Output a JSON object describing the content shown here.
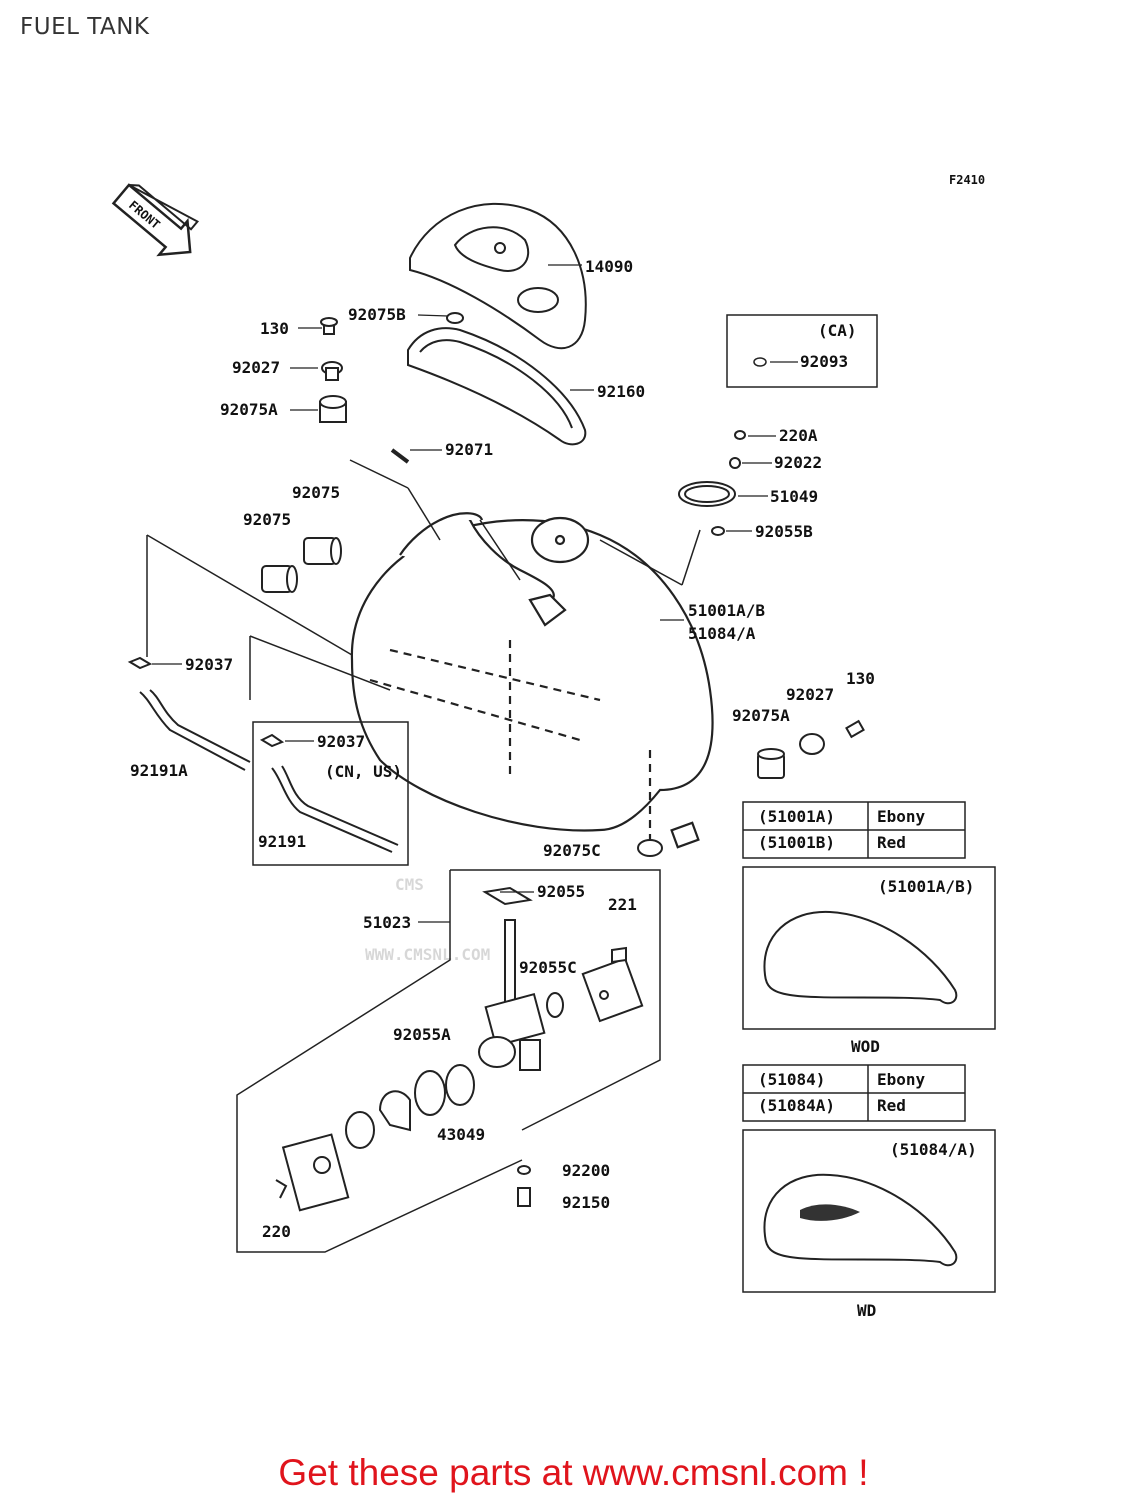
{
  "title": "FUEL TANK",
  "figure_code": "F2410",
  "front_label": "FRONT",
  "watermark_text": "WWW.CMSNL.COM",
  "watermark_logo": "CMS",
  "footer": "Get these parts at www.cmsnl.com !",
  "colors": {
    "footer": "#e0141c",
    "line": "#222222"
  },
  "parts": {
    "p14090": "14090",
    "p92075B": "92075B",
    "p130a": "130",
    "p92027a": "92027",
    "p92075Aa": "92075A",
    "p92160": "92160",
    "p92071": "92071",
    "p92093": "92093",
    "p220A": "220A",
    "p92022": "92022",
    "p51049": "51049",
    "p92055B": "92055B",
    "p92075a": "92075",
    "p92075b": "92075",
    "p51001AB": "51001A/B",
    "p51084A": "51084/A",
    "p92037a": "92037",
    "p92037b": "92037",
    "p92191A": "92191A",
    "p92191": "92191",
    "p130b": "130",
    "p92027b": "92027",
    "p92075Ab": "92075A",
    "p92075C": "92075C",
    "p92055": "92055",
    "p51023": "51023",
    "p221": "221",
    "p92055C": "92055C",
    "p92055A": "92055A",
    "p43049": "43049",
    "p92200": "92200",
    "p92150": "92150",
    "p220": "220"
  },
  "boxes": {
    "ca": "(CA)",
    "cnus": "(CN, US)",
    "img1_label": "(51001A/B)",
    "img1_caption": "WOD",
    "img2_label": "(51084/A)",
    "img2_caption": "WD"
  },
  "color_table_1": [
    {
      "code": "(51001A)",
      "color": "Ebony"
    },
    {
      "code": "(51001B)",
      "color": "Red"
    }
  ],
  "color_table_2": [
    {
      "code": "(51084)",
      "color": "Ebony"
    },
    {
      "code": "(51084A)",
      "color": "Red"
    }
  ]
}
